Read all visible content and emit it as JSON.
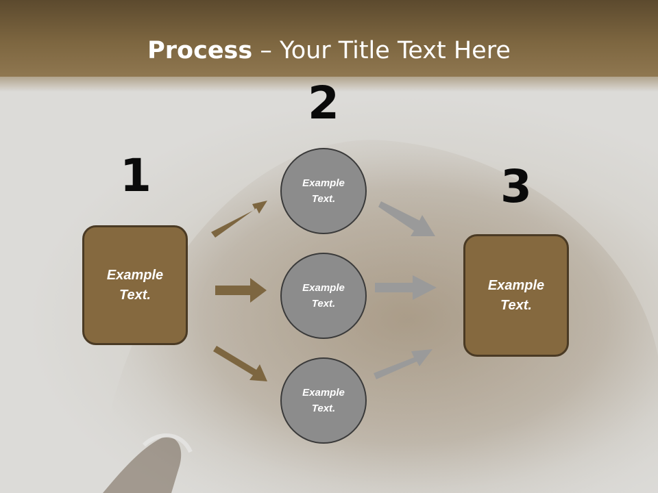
{
  "slide": {
    "title_bold": "Process",
    "title_rest": " – Your Title Text Here"
  },
  "steps": [
    {
      "number": "1",
      "label": "Example Text."
    },
    {
      "number": "2"
    },
    {
      "number": "3",
      "label": "Example Text."
    }
  ],
  "circles": [
    {
      "label": "Example Text."
    },
    {
      "label": "Example Text."
    },
    {
      "label": "Example Text."
    }
  ],
  "colors": {
    "title_bar": "#7d6640",
    "box_fill": "#85693f",
    "box_border": "#4a3a24",
    "circle_fill": "#8c8c8c",
    "left_arrow": "#7d6640",
    "right_arrow": "#9a9a9a"
  }
}
